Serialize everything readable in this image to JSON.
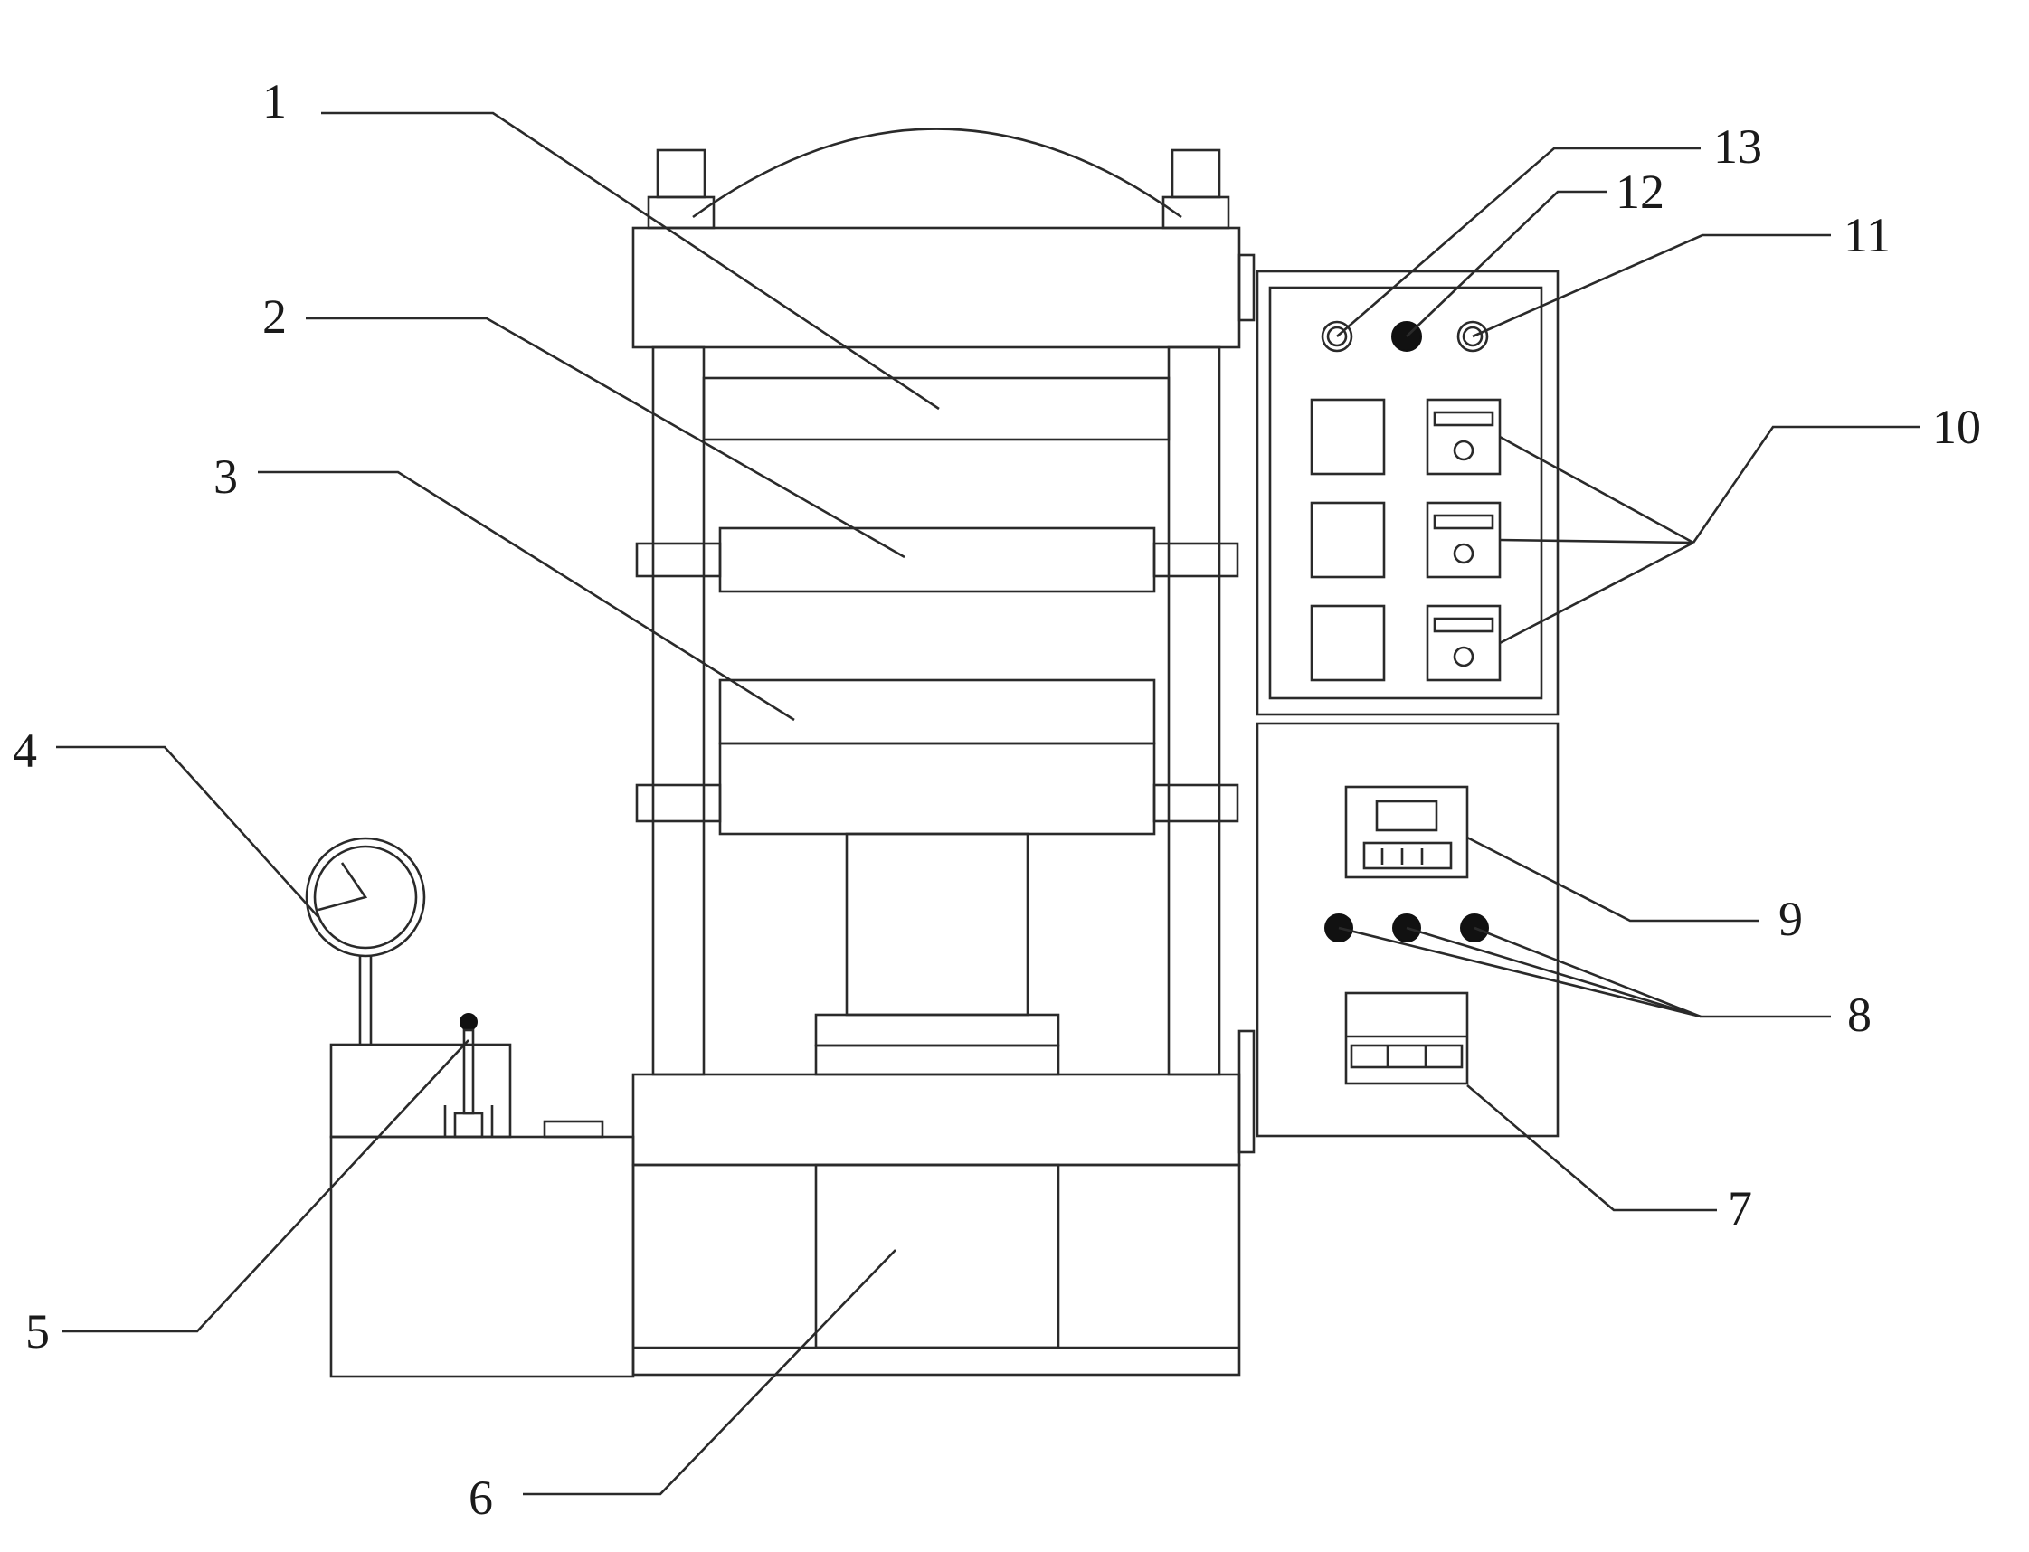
{
  "diagram": {
    "labels": [
      {
        "id": "1",
        "text": "1"
      },
      {
        "id": "2",
        "text": "2"
      },
      {
        "id": "3",
        "text": "3"
      },
      {
        "id": "4",
        "text": "4"
      },
      {
        "id": "5",
        "text": "5"
      },
      {
        "id": "6",
        "text": "6"
      },
      {
        "id": "7",
        "text": "7"
      },
      {
        "id": "8",
        "text": "8"
      },
      {
        "id": "9",
        "text": "9"
      },
      {
        "id": "10",
        "text": "10"
      },
      {
        "id": "11",
        "text": "11"
      },
      {
        "id": "12",
        "text": "12"
      },
      {
        "id": "13",
        "text": "13"
      }
    ],
    "colors": {
      "line": "#2a2a2a",
      "background": "#ffffff",
      "fill_dark": "#111111"
    }
  }
}
